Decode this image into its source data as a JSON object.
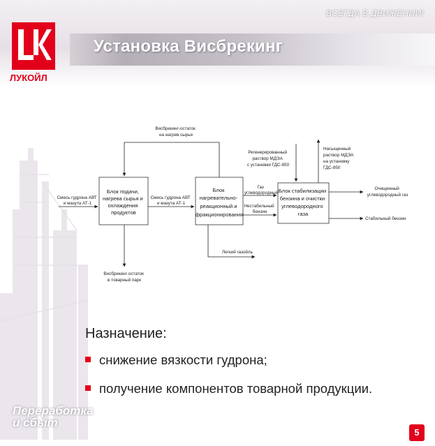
{
  "header": {
    "slogan": "ВСЕГДА В ДВИЖЕНИИ!",
    "title": "Установка Висбрекинг",
    "logo_text": "ЛУКОЙЛ",
    "brand_color": "#e3001b"
  },
  "diagram": {
    "blocks": [
      {
        "lines": [
          "Блок подачи,",
          "нагрева сырья и",
          "охлаждения",
          "продуктов"
        ]
      },
      {
        "lines": [
          "Блок",
          "нагревательно-",
          "реакционный и",
          "фракционирования"
        ]
      },
      {
        "lines": [
          "Блок стабилизации",
          "бензина и очистки",
          "углеводородного",
          "газа"
        ]
      }
    ],
    "labels": {
      "recycle_top": [
        "Висбрекинг-остаток",
        "на нагрев сырья"
      ],
      "feed_in": [
        "Смесь гудрона АВТ",
        "и мазута АТ-1"
      ],
      "feed_mid": [
        "Смесь гудрона АВТ",
        "и мазута АТ-1"
      ],
      "residue_out": [
        "Висбрекинг-остаток",
        "в товарный парк"
      ],
      "gas": [
        "Газ",
        "углеводородный"
      ],
      "unstable_gasoline": [
        "Нестабильный",
        "бензин"
      ],
      "light_gasoil": [
        "Легкий газойль"
      ],
      "mdea_in": [
        "Регенерированный",
        "раствор МДЭА",
        "с установки ГДС-850"
      ],
      "mdea_out": [
        "Насыщенный",
        "раствор МДЭА",
        "на установку",
        "ГДС-850"
      ],
      "clean_gas": [
        "Очищенный",
        "углеводородный газ"
      ],
      "stable_gasoline": [
        "Стабильный бензин"
      ]
    }
  },
  "purpose": {
    "title": "Назначение:",
    "items": [
      "снижение вязкости гудрона;",
      "получение компонентов товарной продукции."
    ]
  },
  "footer": {
    "division_line1": "Переработка",
    "division_line2": "и сбыт",
    "page_number": "5"
  }
}
